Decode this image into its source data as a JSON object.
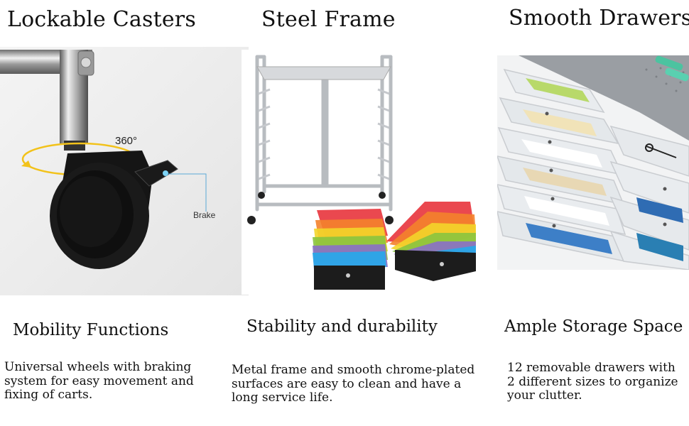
{
  "columns": [
    {
      "title": "Lockable Casters",
      "image": {
        "rotation_label": "360°",
        "brake_label": "Brake"
      },
      "subtitle": "Mobility Functions",
      "description": [
        "Universal wheels with braking",
        "system for easy movement and",
        "fixing of carts."
      ]
    },
    {
      "title": "Steel Frame",
      "subtitle": "Stability and durability",
      "description": [
        "Metal frame and smooth chrome-plated",
        "surfaces are easy to clean and have a",
        "long service life."
      ]
    },
    {
      "title": "Smooth Drawers",
      "subtitle": "Ample Storage Space",
      "description": [
        "12 removable drawers with",
        "2 different sizes to organize",
        "your clutter."
      ]
    }
  ],
  "colors": {
    "drawer_red": "#e8343c",
    "drawer_orange": "#f4822b",
    "drawer_yellow": "#f3d52a",
    "drawer_green": "#8ac43f",
    "drawer_purple": "#8a6fc8",
    "drawer_blue": "#2aa6e8",
    "drawer_black": "#1c1c1c",
    "chrome": "#c9ccd0"
  }
}
